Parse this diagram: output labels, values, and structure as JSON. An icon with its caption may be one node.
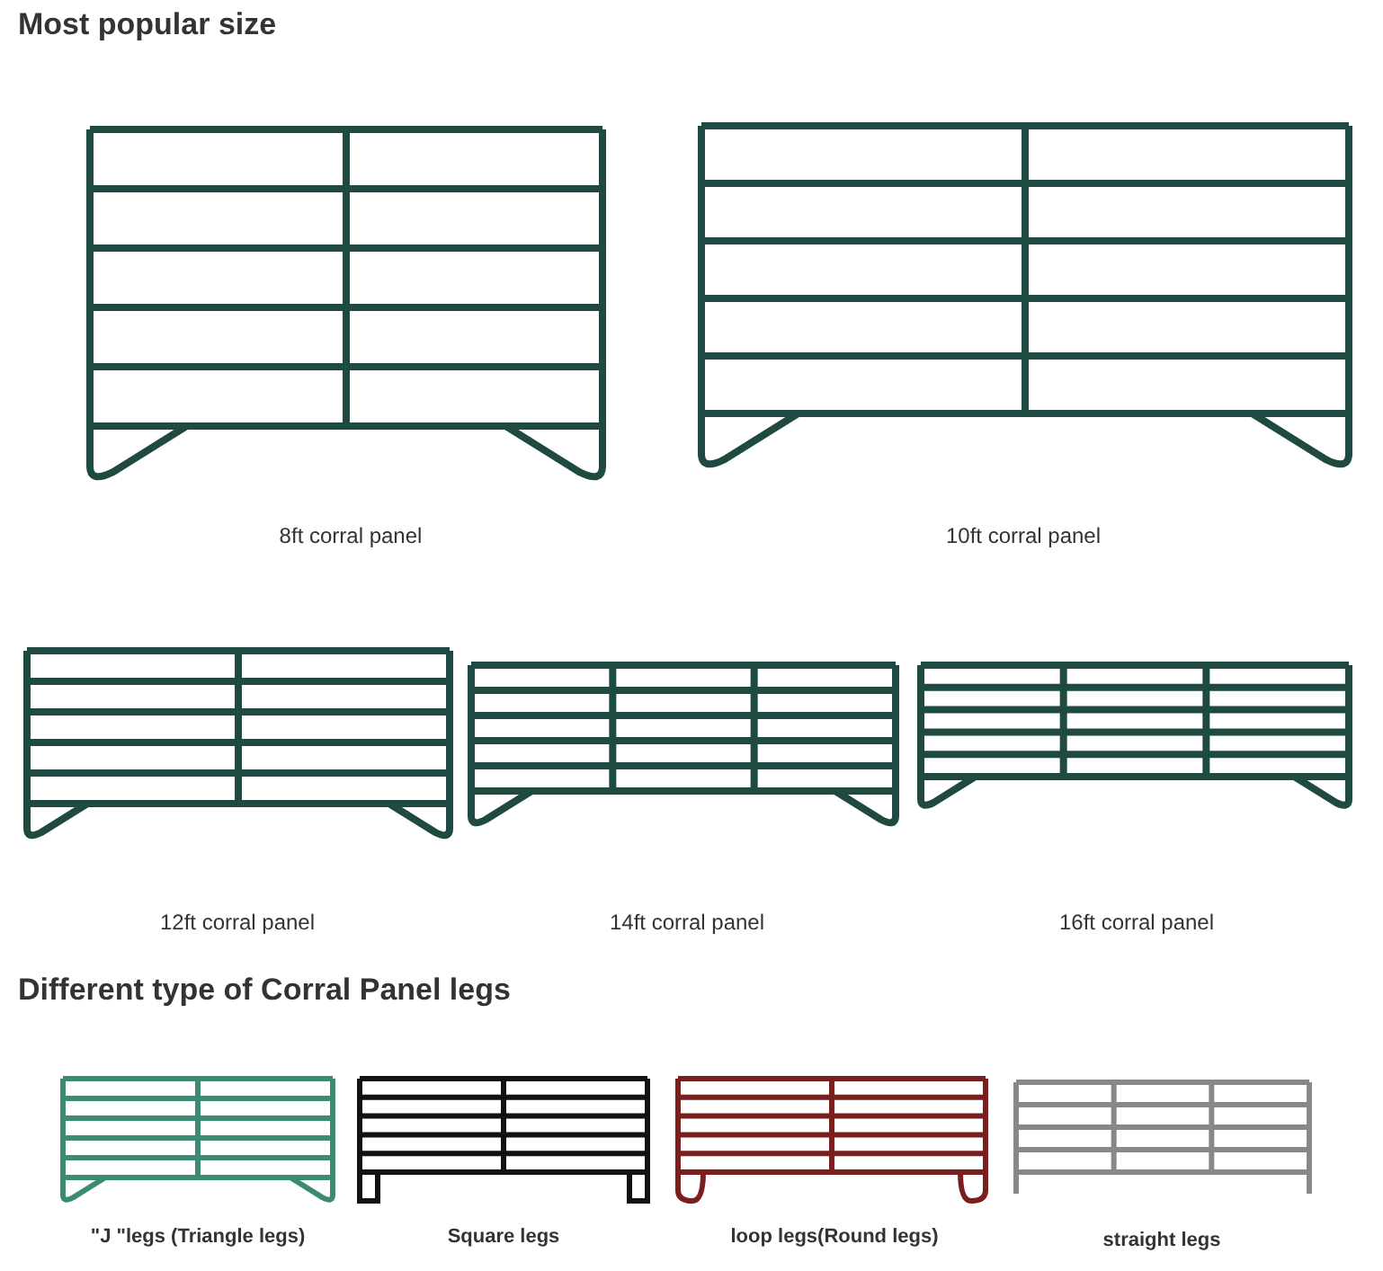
{
  "diagram": {
    "title": "Most popular size",
    "labels": [
      "8ft corral panel",
      "10ft corral panel",
      "12ft corral panel",
      "14ft corral panel",
      "16ft corral panel",
      "Different type of Corral Panel legs",
      "\"J \"legs (Triangle legs)",
      "Square legs",
      "loop legs(Round legs)",
      "straight legs"
    ]
  }
}
